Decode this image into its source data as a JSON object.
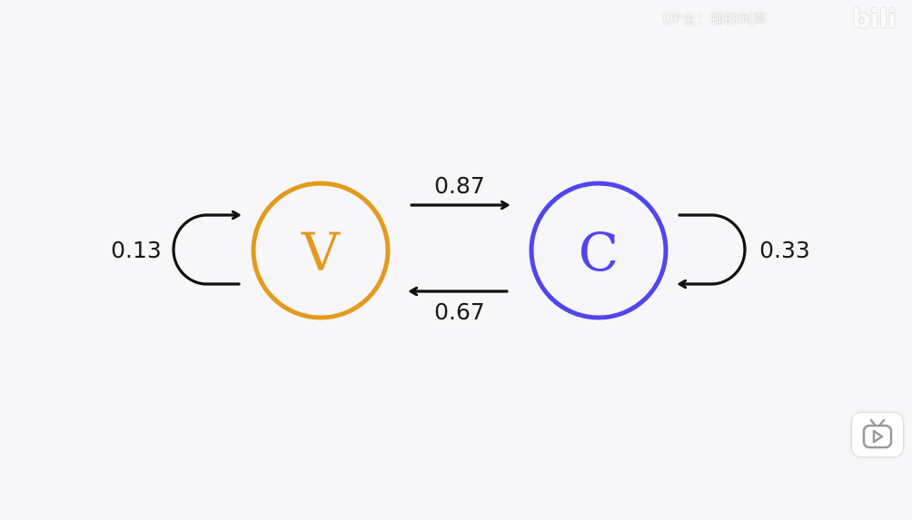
{
  "diagram": {
    "states": [
      {
        "id": "V",
        "label": "V",
        "color": "#e39a1f"
      },
      {
        "id": "C",
        "label": "C",
        "color": "#5145ee"
      }
    ],
    "transitions": [
      {
        "from": "V",
        "to": "V",
        "probability": "0.13"
      },
      {
        "from": "V",
        "to": "C",
        "probability": "0.87"
      },
      {
        "from": "C",
        "to": "V",
        "probability": "0.67"
      },
      {
        "from": "C",
        "to": "C",
        "probability": "0.33"
      }
    ]
  },
  "overlay": {
    "watermark_text": "UP主：蝉的叫声",
    "watermark_logo": "bili",
    "play_icon": "play-icon"
  }
}
